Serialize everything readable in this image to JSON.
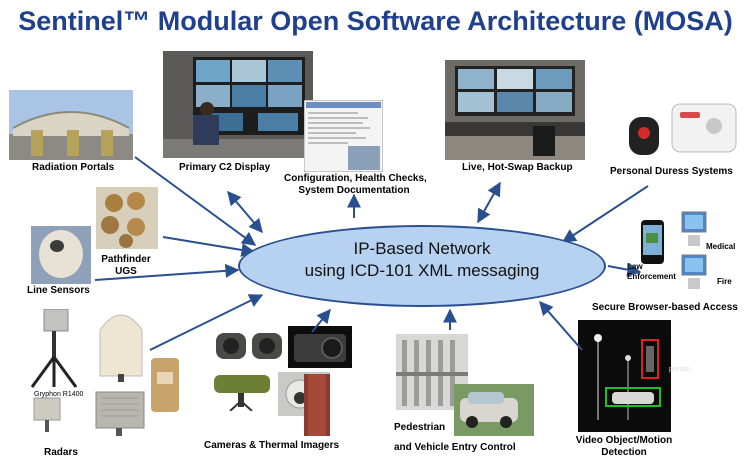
{
  "title": "Sentinel™ Modular Open Software Architecture (MOSA)",
  "hub": {
    "line1": "IP-Based Network",
    "line2": "using ICD-101 XML messaging"
  },
  "labels": {
    "radiation_portals": "Radiation Portals",
    "primary_c2": "Primary C2 Display",
    "config_line1": "Configuration, Health Checks,",
    "config_line2": "System Documentation",
    "backup": "Live, Hot-Swap Backup",
    "duress": "Personal Duress Systems",
    "pathfinder_line1": "Pathfinder",
    "pathfinder_line2": "UGS",
    "line_sensors": "Line Sensors",
    "medical": "Medical",
    "law_line1": "Law",
    "law_line2": "Enforcement",
    "fire": "Fire",
    "secure_browser": "Secure Browser-based Access",
    "gryphon": "Gryphon R1400",
    "radars": "Radars",
    "cameras": "Cameras & Thermal Imagers",
    "pedestrian_line1": "Pedestrian",
    "pedestrian_line2": "and Vehicle Entry Control",
    "video_line1": "Video Object/Motion",
    "video_line2": "Detection",
    "person_tag": "person"
  },
  "colors": {
    "title": "#1f3f8f",
    "arrow": "#2a4f8f",
    "hub_fill": "#b7d1f1"
  }
}
